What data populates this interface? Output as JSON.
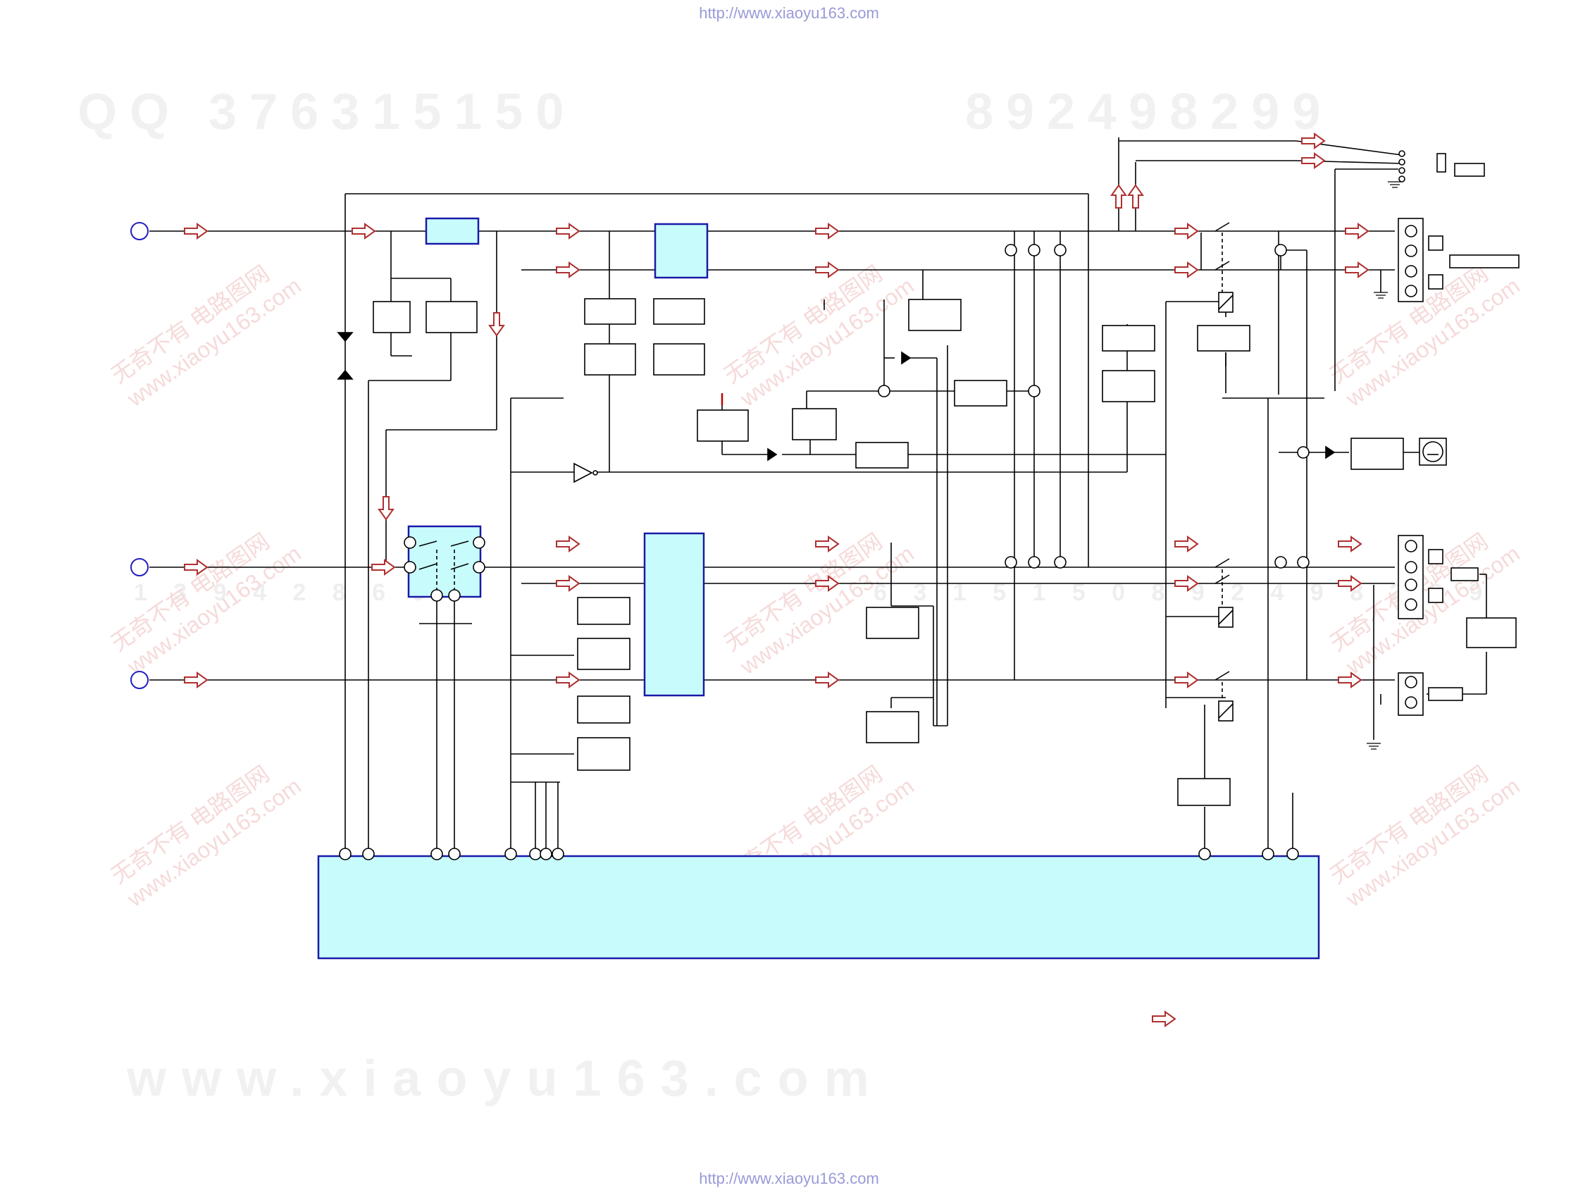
{
  "header": {
    "url": "http://www.xiaoyu163.com"
  },
  "footer": {
    "url": "http://www.xiaoyu163.com"
  },
  "watermarks": {
    "qq_left": "QQ 376315150",
    "qq_right": "892498299",
    "site": "www.xiaoyu163.com",
    "middle_left": "1 3 9 4 2 8 6 0",
    "middle_right": "6 3 1 5 1 5 0 8 9 2 4 9 8 2 9 9",
    "stamp_line1": "无奇不有 电路图网",
    "stamp_line2": "www.xiaoyu163.com"
  },
  "colors": {
    "line": "#000000",
    "ic_fill": "#c8fcfc",
    "ic_border": "#1a1aa8",
    "signal_arrow": "#b03030",
    "pin_circle_input": "#2020c0",
    "watermark_red": "#f6dada"
  },
  "icons": [
    "signal-flow-arrow",
    "jack-circle",
    "relay-coil",
    "diode",
    "inverter-gate",
    "ground-symbol",
    "switch-contact"
  ]
}
